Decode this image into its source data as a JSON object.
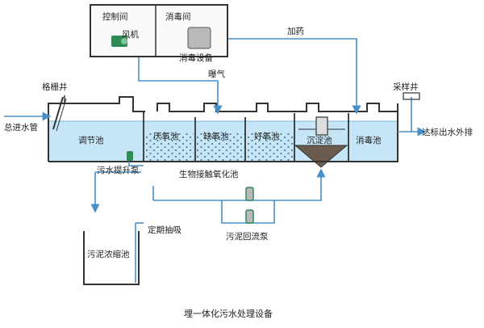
{
  "labels": {
    "control_room": "控制间",
    "fan": "风机",
    "disinfection_room": "消毒间",
    "disinfection_equipment": "消毒设备",
    "dosing": "加药",
    "aeration": "曝气",
    "screen_well": "格栅井",
    "sampling_well": "采样井",
    "main_inlet_pipe": "总进水管",
    "discharge": "达标出水外排",
    "equalization_tank": "调节池",
    "anaerobic_tank": "厌氧池",
    "anoxic_tank": "缺氧池",
    "aerobic_tank": "好氧池",
    "settling_tank": "沉淀池",
    "disinfection_tank": "消毒池",
    "lift_pump": "污水提升泵",
    "biocontact_tank": "生物接触氧化池",
    "sludge_return_pump": "污泥回流泵",
    "periodic_suction": "定期抽吸",
    "sludge_thickener": "污泥浓缩池"
  },
  "caption": "埋一体化污水处理设备",
  "colors": {
    "water": "#c6e6f7",
    "water_line": "#7ab8dc",
    "pipe": "#4a90c8",
    "outline": "#333333",
    "bubbles": "#4f7f96",
    "media": "#2e8b57",
    "equipment": "#b9b9b9"
  }
}
